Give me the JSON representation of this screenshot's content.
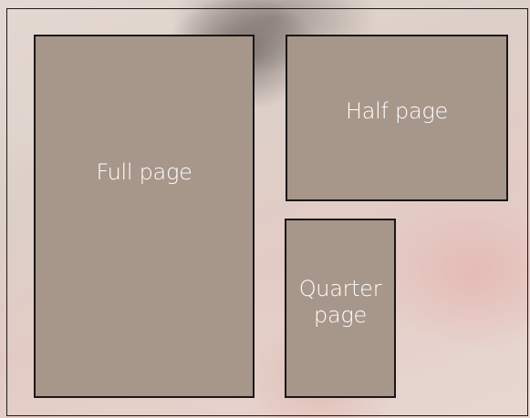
{
  "layout_options": {
    "full_page": {
      "label": "Full page"
    },
    "half_page": {
      "label": "Half page"
    },
    "quarter_page": {
      "label_line1": "Quarter",
      "label_line2": "page"
    }
  },
  "colors": {
    "box_fill": "#a7968a",
    "box_border": "#1a1716",
    "label_text": "#ffffff"
  }
}
